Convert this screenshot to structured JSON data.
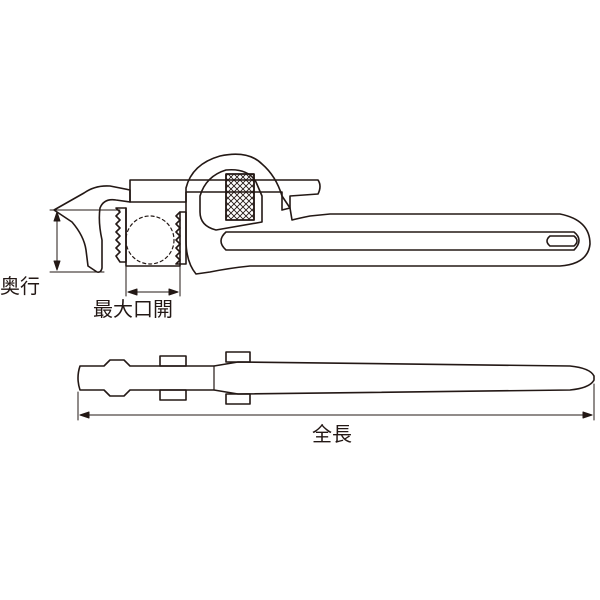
{
  "labels": {
    "depth": "奥行",
    "max_opening": "最大口開",
    "overall_length": "全長"
  },
  "colors": {
    "line": "#231815",
    "background": "#ffffff"
  }
}
